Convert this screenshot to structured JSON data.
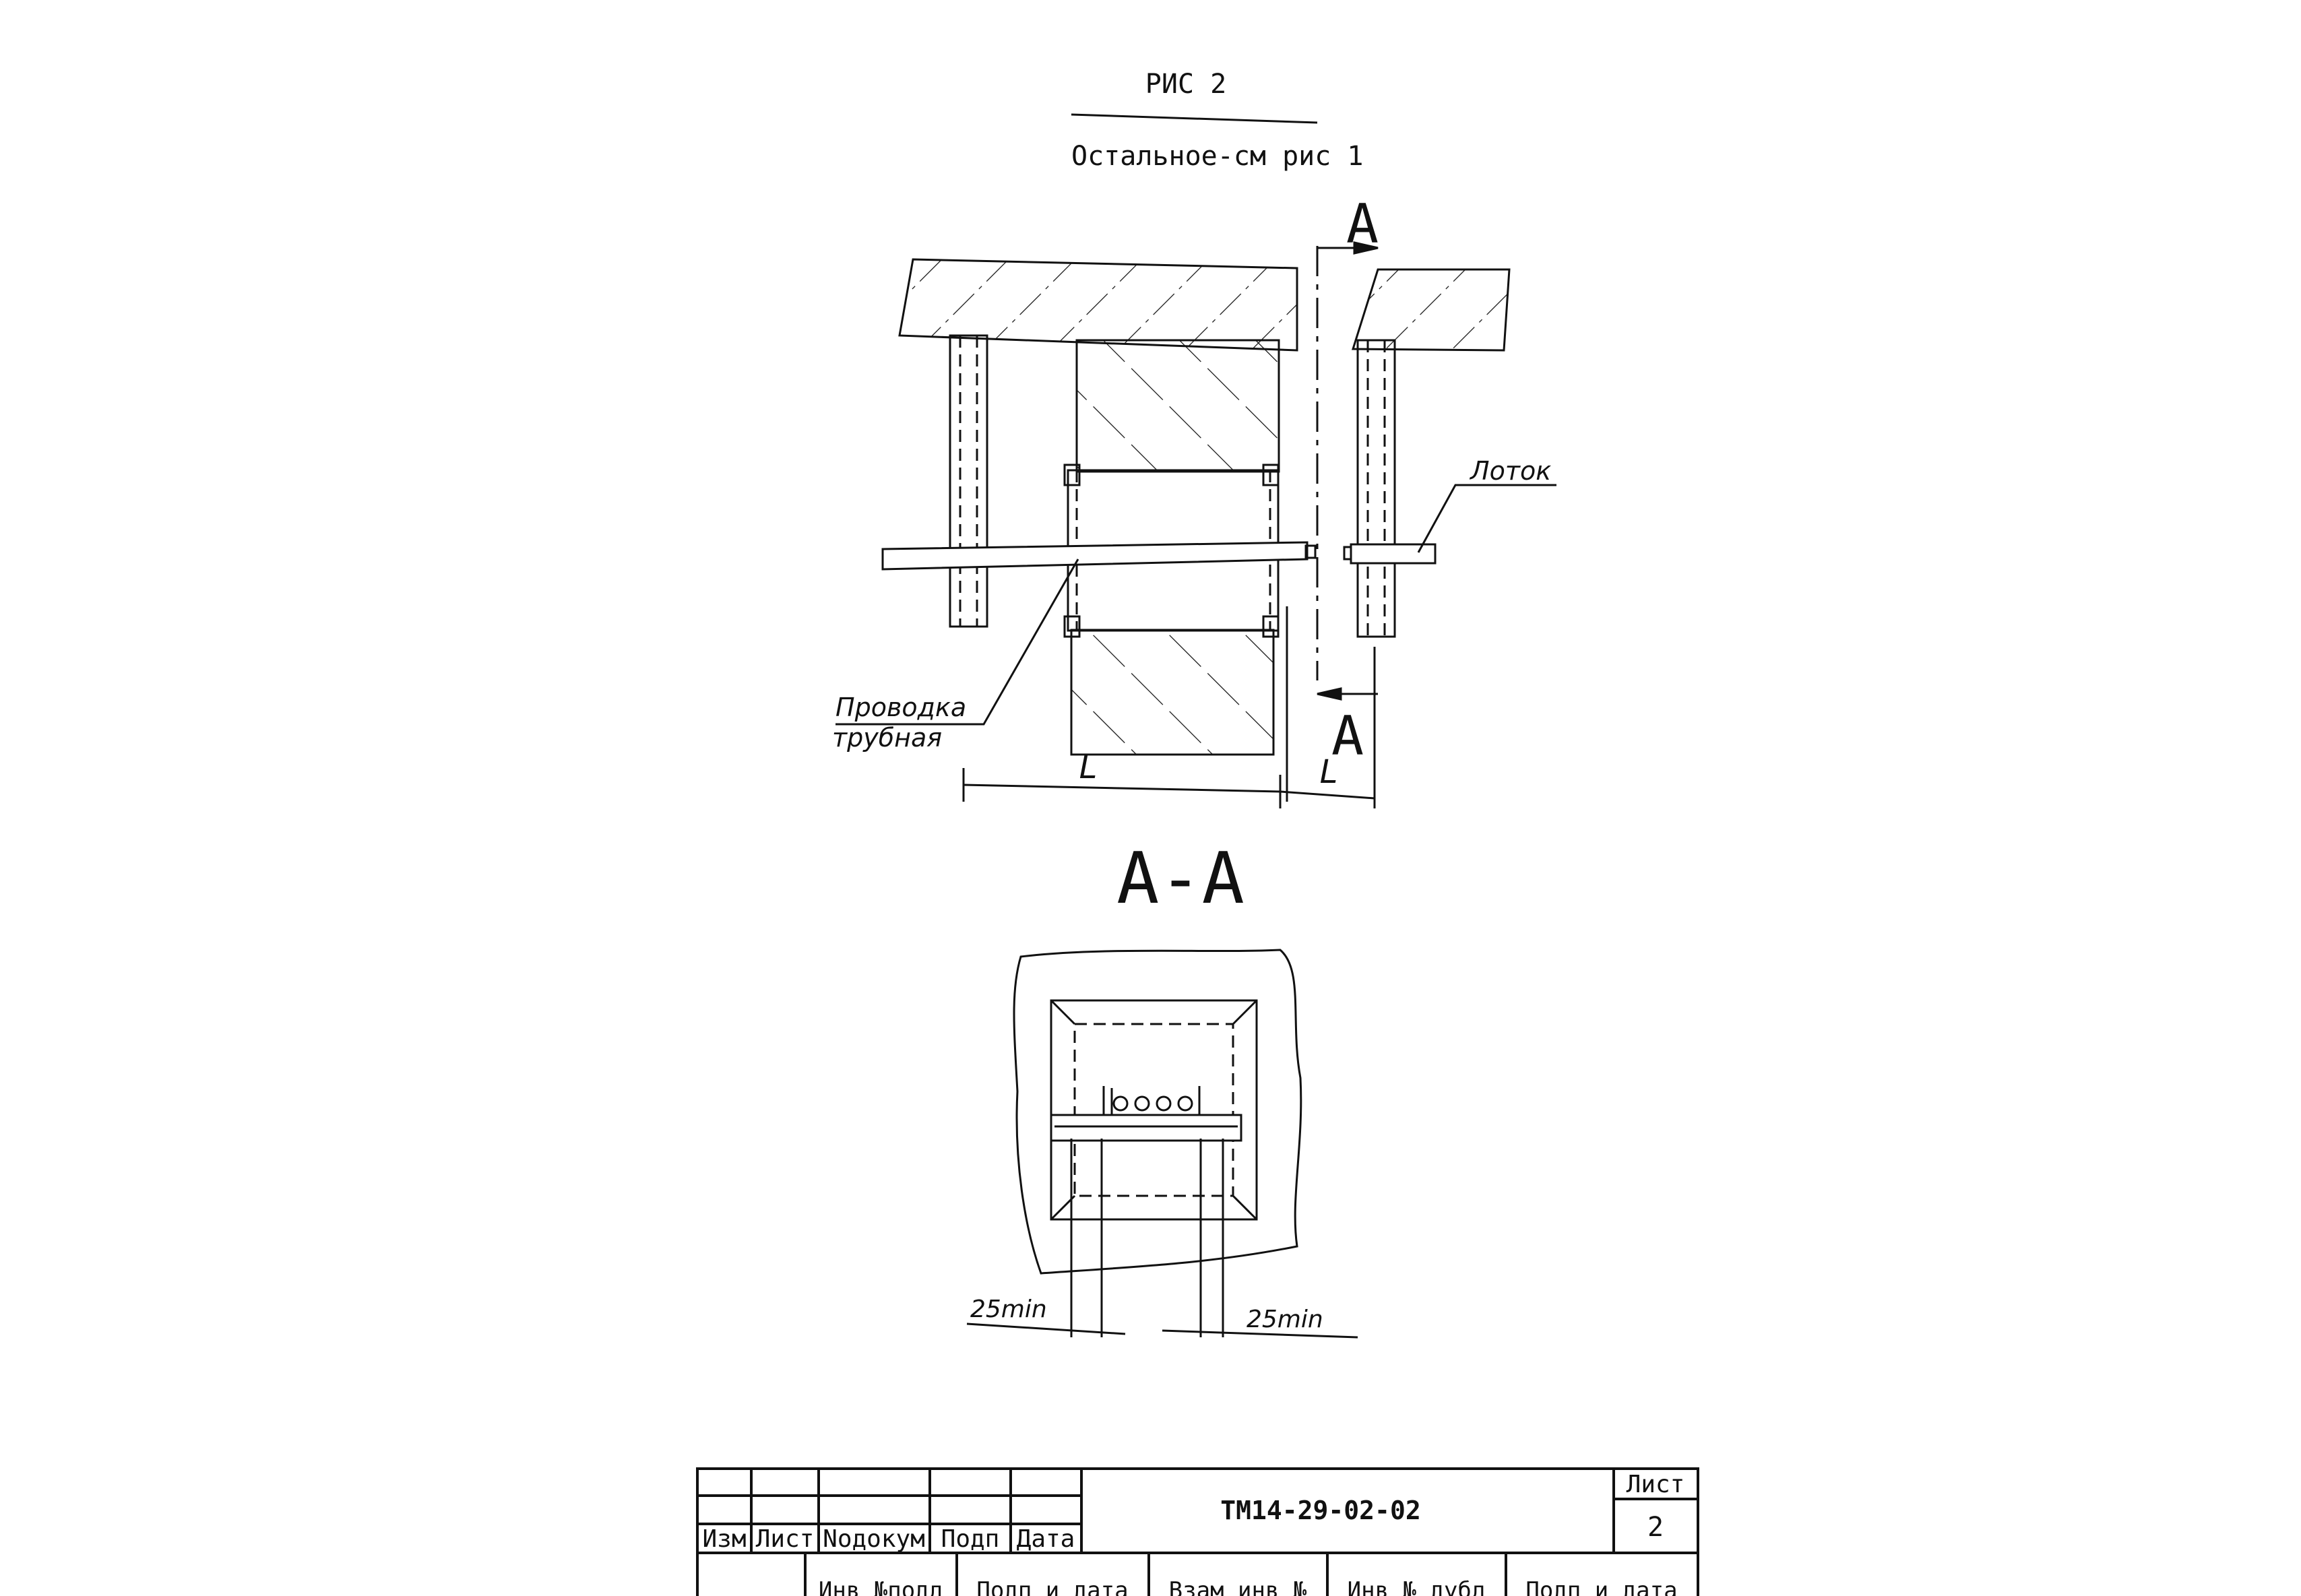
{
  "header": {
    "figure_title": "РИС 2",
    "note": "Остальное-см  рис 1"
  },
  "drawing": {
    "section_mark_top": "А",
    "section_mark_bottom": "А",
    "section_title": "А-А",
    "dim_left": "L",
    "dim_right": "L",
    "label_tray": "Лоток",
    "label_pipe_line1": "Проводка",
    "label_pipe_line2": "трубная",
    "gap_left": "25min",
    "gap_right": "25min"
  },
  "title_block": {
    "col_izm": "Изм",
    "col_list": "Лист",
    "col_ndoc": "Nодокум",
    "col_podp": "Подп",
    "col_data": "Дата",
    "doc_code": "ТМ14-29-02-02",
    "sheet_label": "Лист",
    "sheet_number": "2",
    "bottom_cols": [
      "Инв №подл",
      "Подп и дата",
      "Взам инв №",
      "Инв № дубл",
      "Подп и дата"
    ]
  }
}
